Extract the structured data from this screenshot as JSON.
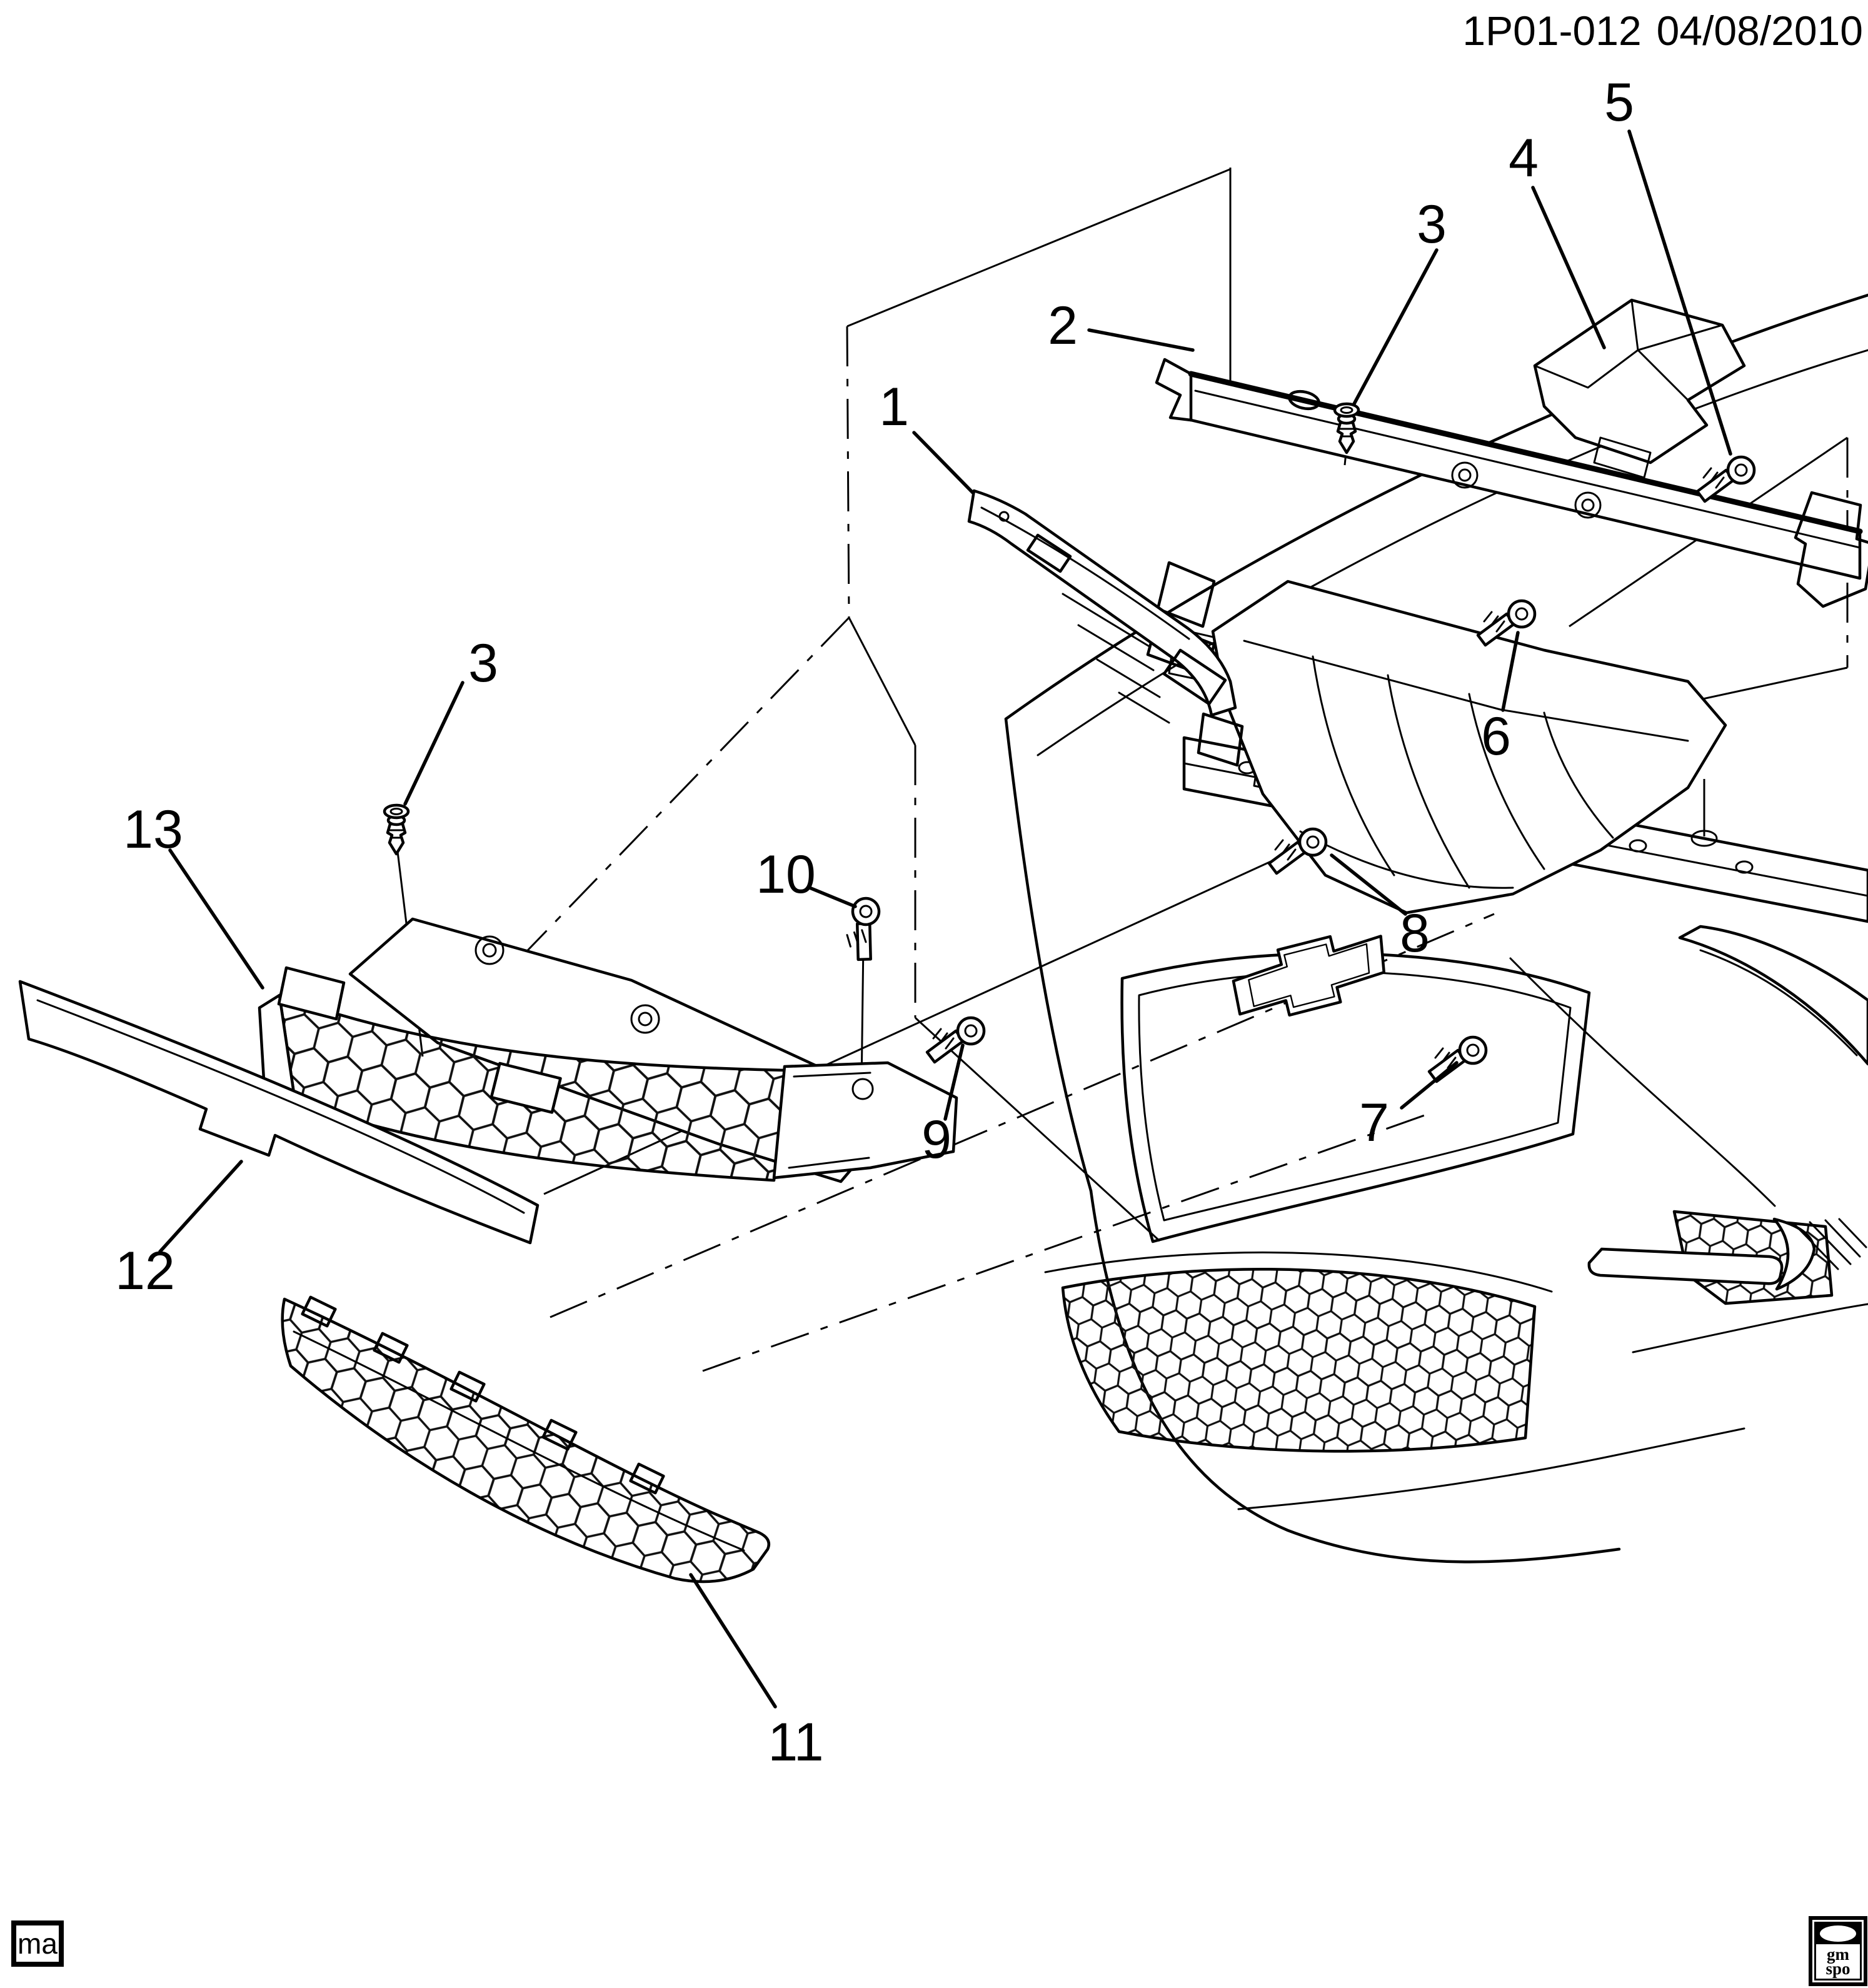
{
  "header": {
    "doc_code": "1P01-012",
    "date": "04/08/2010"
  },
  "callouts": {
    "c1": "1",
    "c2": "2",
    "c3_top": "3",
    "c3_left": "3",
    "c4": "4",
    "c5": "5",
    "c6": "6",
    "c7": "7",
    "c8": "8",
    "c9": "9",
    "c10": "10",
    "c11": "11",
    "c12": "12",
    "c13": "13"
  },
  "footer": {
    "marker": "ma",
    "logo_top": "gm",
    "logo_bottom": "spo"
  }
}
